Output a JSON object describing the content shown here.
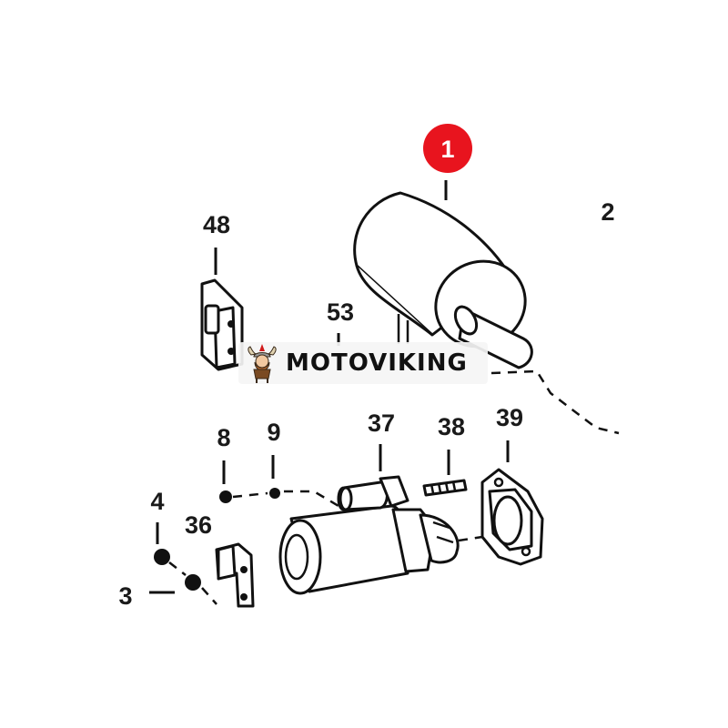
{
  "diagram": {
    "highlighted_callout": "1",
    "callouts": {
      "c1": "1",
      "c2": "2",
      "c48": "48",
      "c53": "53",
      "c8": "8",
      "c9": "9",
      "c37": "37",
      "c38": "38",
      "c39": "39",
      "c4": "4",
      "c36": "36",
      "c3": "3"
    }
  },
  "watermark": {
    "text": "MOTOVIKING",
    "logo_icon": "viking-mascot-icon"
  },
  "colors": {
    "highlight": "#e8141e",
    "line": "#111111",
    "background": "#ffffff"
  }
}
